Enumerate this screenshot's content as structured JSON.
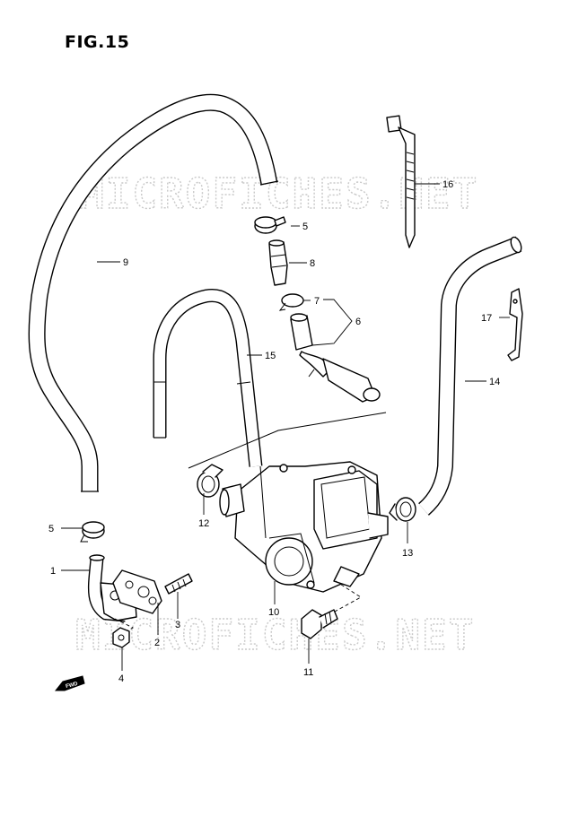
{
  "figure": {
    "title": "FIG.15"
  },
  "watermark": "MICROFICHES.NET",
  "fwd_badge": "FWD",
  "callouts": [
    "1",
    "2",
    "3",
    "4",
    "5",
    "5",
    "6",
    "7",
    "8",
    "9",
    "10",
    "11",
    "12",
    "13",
    "14",
    "15",
    "16",
    "17"
  ]
}
